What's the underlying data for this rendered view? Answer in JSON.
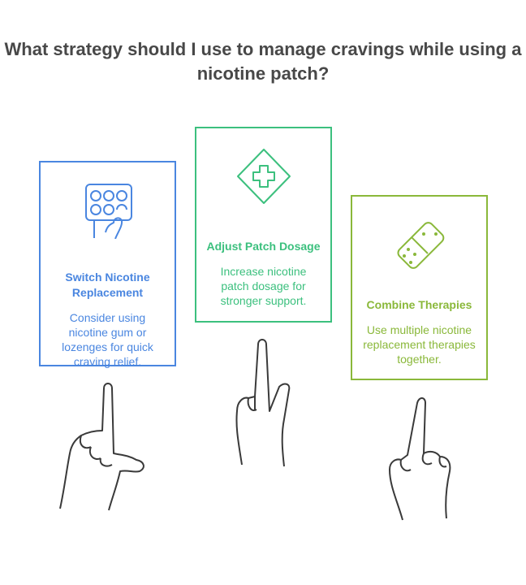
{
  "title": "What strategy should I use to manage cravings while using a nicotine patch?",
  "colors": {
    "blue": "#4a86e0",
    "green": "#3cc07e",
    "lime": "#8ab83a",
    "title": "#484848",
    "hand": "#3a3a3a"
  },
  "cards": [
    {
      "heading": "Switch Nicotine Replacement",
      "description": "Consider using nicotine gum or lozenges for quick craving relief.",
      "icon": "lozenge-pack-icon"
    },
    {
      "heading": "Adjust Patch Dosage",
      "description": "Increase nicotine patch dosage for stronger support.",
      "icon": "medical-cross-diamond-icon"
    },
    {
      "heading": "Combine Therapies",
      "description": "Use multiple nicotine replacement therapies together.",
      "icon": "bandage-patch-icon"
    }
  ]
}
